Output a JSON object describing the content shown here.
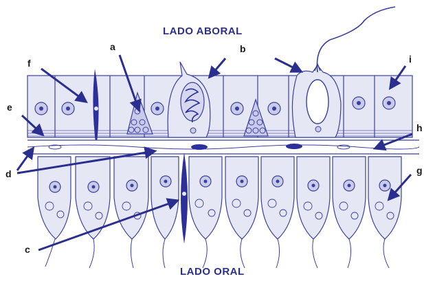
{
  "diagram": {
    "top_side_label": "LADO ABORAL",
    "bottom_side_label": "LADO ORAL",
    "letters": [
      "a",
      "b",
      "c",
      "d",
      "e",
      "f",
      "g",
      "h",
      "i"
    ],
    "colors": {
      "outline": "#3a3f9e",
      "fill_light": "#e6e7f5",
      "fill_mid": "#c9cbea",
      "dark_cell": "#2d2f9a",
      "arrow": "#2a2f8f",
      "label_text": "#2b2f8a"
    }
  }
}
